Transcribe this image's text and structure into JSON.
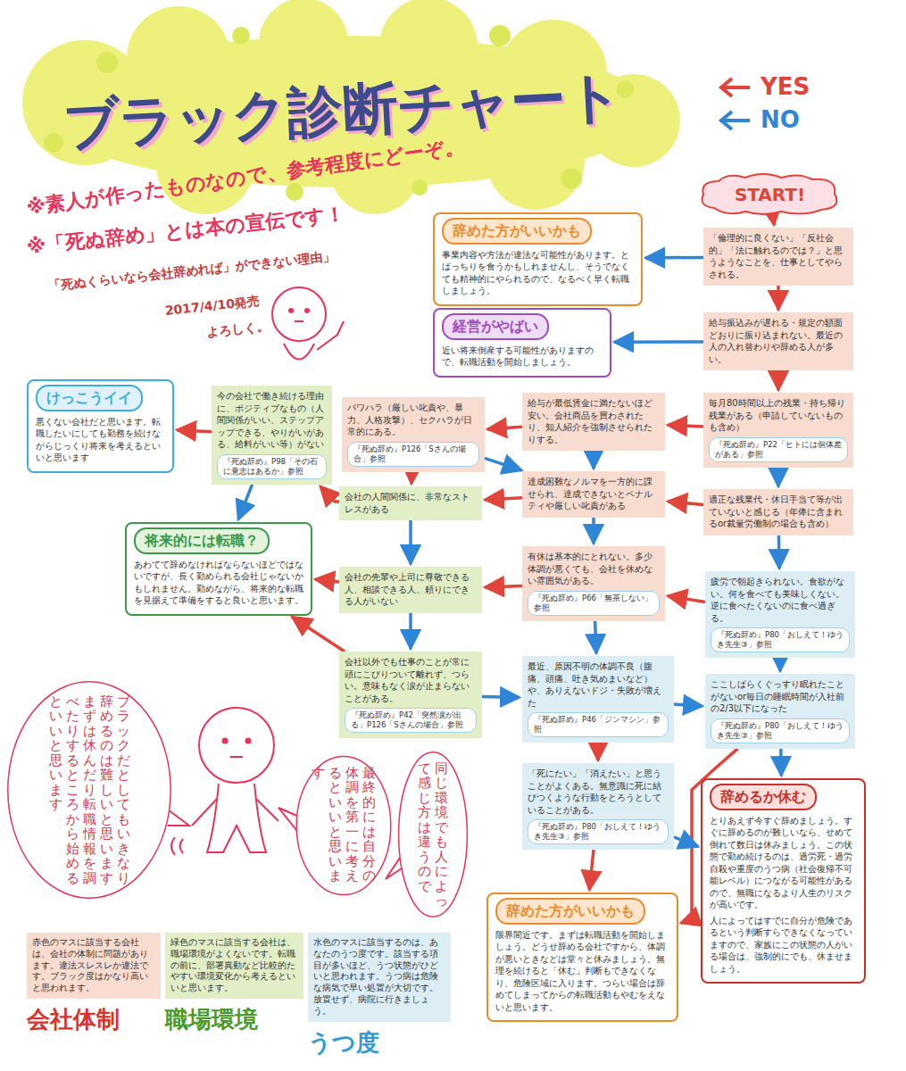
{
  "diagram": {
    "title": "ブラック診断チャート",
    "nodes": [
      {
        "text": [
          "START!"
        ]
      },
      {
        "text": [
          "「倫理的に良くない」「反社会的」「法に触れるのでは？」と思うようなことを、仕事としてやらされる。"
        ]
      },
      {
        "text": [
          "辞めた方がいいかも",
          "事業内容や方法が違法な可能性があります。とばっちりを食うかもしれませんし、そうでなくても精神的にやられるので、なるべく早く転職しましょう。"
        ]
      },
      {
        "text": [
          "給与振込みが遅れる・規定の額面どおりに振り込まれない。最近の人の入れ替わりや辞める人が多い。"
        ]
      },
      {
        "text": [
          "経営がやばい",
          "近い将来倒産する可能性がありますので、転職活動を開始しましょう。"
        ]
      },
      {
        "text": [
          "毎月80時間以上の残業・持ち帰り残業がある（申請していないものも含め）",
          "『死ぬ辞め』P22「ヒトには個体差がある」参照"
        ]
      },
      {
        "text": [
          "給与が最低賃金に満たないほど安い。会社商品を買わされたり、知人紹介を強制させられたりする。"
        ]
      },
      {
        "text": [
          "パワハラ（厳しい叱責や、暴力、人格攻撃）、セクハラが日常的にある。",
          "『死ぬ辞め』P126「Sさんの場合」参照"
        ]
      },
      {
        "text": [
          "今の会社で働き続ける理由に、ポジティブなもの（人間関係がいい、ステップアップできる、やりがいがある、給料がいい等）がない",
          "『死ぬ辞め』P98「その石に意志はあるか」参照"
        ]
      },
      {
        "text": [
          "けっこうイイ",
          "悪くない会社だと思います。転職したいにしても勤務を続けながらじっくり将来を考えるといいと思います"
        ]
      },
      {
        "text": [
          "適正な残業代・休日手当て等が出ていないと感じる（年俸に含まれるor裁量労働制の場合も含め）"
        ]
      },
      {
        "text": [
          "達成困難なノルマを一方的に課せられ、達成できないとペナルティや厳しい叱責がある"
        ]
      },
      {
        "text": [
          "会社の人間関係に、非常なストレスがある"
        ]
      },
      {
        "text": [
          "将来的には転職？",
          "あわてて辞めなければならないほどではないですが、長く勤められる会社じゃないかもしれません。勤めながら、将来的な転職を見据えて準備をすると良いと思います。"
        ]
      },
      {
        "text": [
          "疲労で朝起きられない。食欲がない。何を食べても美味しくない。逆に食べたくないのに食べ過ぎる。",
          "『死ぬ辞め』P80「おしえて！ゆうき先生③」参照"
        ]
      },
      {
        "text": [
          "有休は基本的にとれない。多少体調が悪くても、会社を休めない雰囲気がある。",
          "『死ぬ辞め』P66「無茶しない」参照"
        ]
      },
      {
        "text": [
          "会社の先輩や上司に尊敬できる人、相談できる人、頼りにできる人がいない"
        ]
      },
      {
        "text": [
          "会社以外でも仕事のことが常に頭にこびりついて離れず、つらい。意味もなく涙が止まらないことがある。",
          "『死ぬ辞め』P42「突然涙が出る」P126「Sさんの場合」参照"
        ]
      },
      {
        "text": [
          "最近、原因不明の体調不良（腹痛、頭痛、吐き気めまいなど）や、ありえないドジ・失敗が増えた",
          "『死ぬ辞め』P46「ジンマシン」参照"
        ]
      },
      {
        "text": [
          "ここしばらくぐっすり眠れたことがないor毎日の睡眠時間が入社前の2/3以下になった",
          "『死ぬ辞め』P80「おしえて！ゆうき先生③」参照"
        ]
      },
      {
        "text": [
          "「死にたい」「消えたい」と思うことがよくある。無意識に死に結びつくような行動をとろうとしていることがある。",
          "『死ぬ辞め』P80「おしえて！ゆうき先生③」参照"
        ]
      },
      {
        "text": [
          "辞めるか休む",
          "とりあえず今すぐ辞めましょう。すぐに辞めるのが難しいなら、せめて倒れて数日は休みましょう。この状態で勤め続けるのは、過労死・過労自殺や重度のうつ病（社会復帰不可能レベル）につながる可能性があるので、無職になるより人生のリスクが高いです。",
          "人によってはすでに自分が危険であるという判断すらできなくなっていますので、家族にこの状態の人がいる場合は、強制的にでも、休ませましょう。"
        ]
      },
      {
        "text": [
          "辞めた方がいいかも",
          "限界間近です。まずは転職活動を開始しましょう。どうせ辞める会社ですから、体調が悪いときなどは堂々と休みましょう。無理を続けると「休む」判断もできなくなり、危険区域に入ります。つらい場合は辞めてしまってからの転職活動もやむをえないと思います。"
        ]
      },
      {
        "text": [
          "ブラックだとしてもいきなり辞めるのは難しいと思いますまずは休んだり転職情報を調べたりするところから始めるといいと思います"
        ]
      },
      {
        "text": [
          "最終的には自分の体調を第一に考えるといいと思います"
        ]
      },
      {
        "text": [
          "同じ環境でも人によって感じ方は違うので"
        ]
      },
      {
        "text": [
          "赤色のマスに該当する会社は、会社の体制に問題があります。違法スレスレか違法です。ブラック度はかなり高いと思われます。",
          "会社体制"
        ]
      },
      {
        "text": [
          "緑色のマスに該当する会社は、職場環境がよくないです。転職の前に、部署異動など比較的たやすい環境変化から考えるといいと思います。",
          "職場環境"
        ]
      },
      {
        "text": [
          "水色のマスに該当するのは、あなたのうつ度です。該当する項目が多いほど、うつ状態がひどいと思われます。うつ病は危険な病気で早い処置が大切です。放置せず、病院に行きましょう。",
          "うつ度"
        ]
      }
    ],
    "edges": [
      {
        "from": 0,
        "to": 1,
        "arrow": "to"
      },
      {
        "from": 1,
        "to": 2,
        "arrow": "to"
      },
      {
        "from": 1,
        "to": 3,
        "arrow": "to"
      },
      {
        "from": 3,
        "to": 4,
        "arrow": "to"
      },
      {
        "from": 3,
        "to": 5,
        "arrow": "to"
      },
      {
        "from": 5,
        "to": 10,
        "arrow": "to"
      },
      {
        "from": 5,
        "to": 6,
        "arrow": "to"
      },
      {
        "from": 6,
        "to": 11,
        "arrow": "to"
      },
      {
        "from": 6,
        "to": 7,
        "arrow": "to"
      },
      {
        "from": 7,
        "to": 11,
        "arrow": "to"
      },
      {
        "from": 7,
        "to": 12,
        "arrow": "to"
      },
      {
        "from": 10,
        "to": 14,
        "arrow": "to"
      },
      {
        "from": 10,
        "to": 11,
        "arrow": "to"
      },
      {
        "from": 11,
        "to": 15,
        "arrow": "to"
      },
      {
        "from": 11,
        "to": 12,
        "arrow": "to"
      },
      {
        "from": 12,
        "to": 16,
        "arrow": "to"
      },
      {
        "from": 12,
        "to": 8,
        "arrow": "to"
      },
      {
        "from": 8,
        "to": 13,
        "arrow": "to"
      },
      {
        "from": 8,
        "to": 9,
        "arrow": "to"
      },
      {
        "from": 14,
        "to": 19,
        "arrow": "to"
      },
      {
        "from": 14,
        "to": 15,
        "arrow": "to"
      },
      {
        "from": 15,
        "to": 18,
        "arrow": "to"
      },
      {
        "from": 15,
        "to": 16,
        "arrow": "to"
      },
      {
        "from": 16,
        "to": 17,
        "arrow": "to"
      },
      {
        "from": 16,
        "to": 13,
        "arrow": "to"
      },
      {
        "from": 17,
        "to": 18,
        "arrow": "to"
      },
      {
        "from": 17,
        "to": 13,
        "arrow": "to"
      },
      {
        "from": 18,
        "to": 19,
        "arrow": "to"
      },
      {
        "from": 18,
        "to": 20,
        "arrow": "to"
      },
      {
        "from": 19,
        "to": 21,
        "arrow": "to"
      },
      {
        "from": 19,
        "to": 22,
        "arrow": "to"
      },
      {
        "from": 20,
        "to": 21,
        "arrow": "to"
      },
      {
        "from": 20,
        "to": 22,
        "arrow": "to"
      }
    ],
    "labels": [
      "※素人が作ったものなので、参考程度にどーぞ。",
      "※「死ぬ辞め」とは本の宣伝です！",
      "「死ぬくらいなら会社辞めれば」ができない理由」",
      "2017/4/10発売",
      "よろしく。"
    ],
    "legend": [
      {
        "text": "YES"
      },
      {
        "text": "NO"
      }
    ]
  }
}
